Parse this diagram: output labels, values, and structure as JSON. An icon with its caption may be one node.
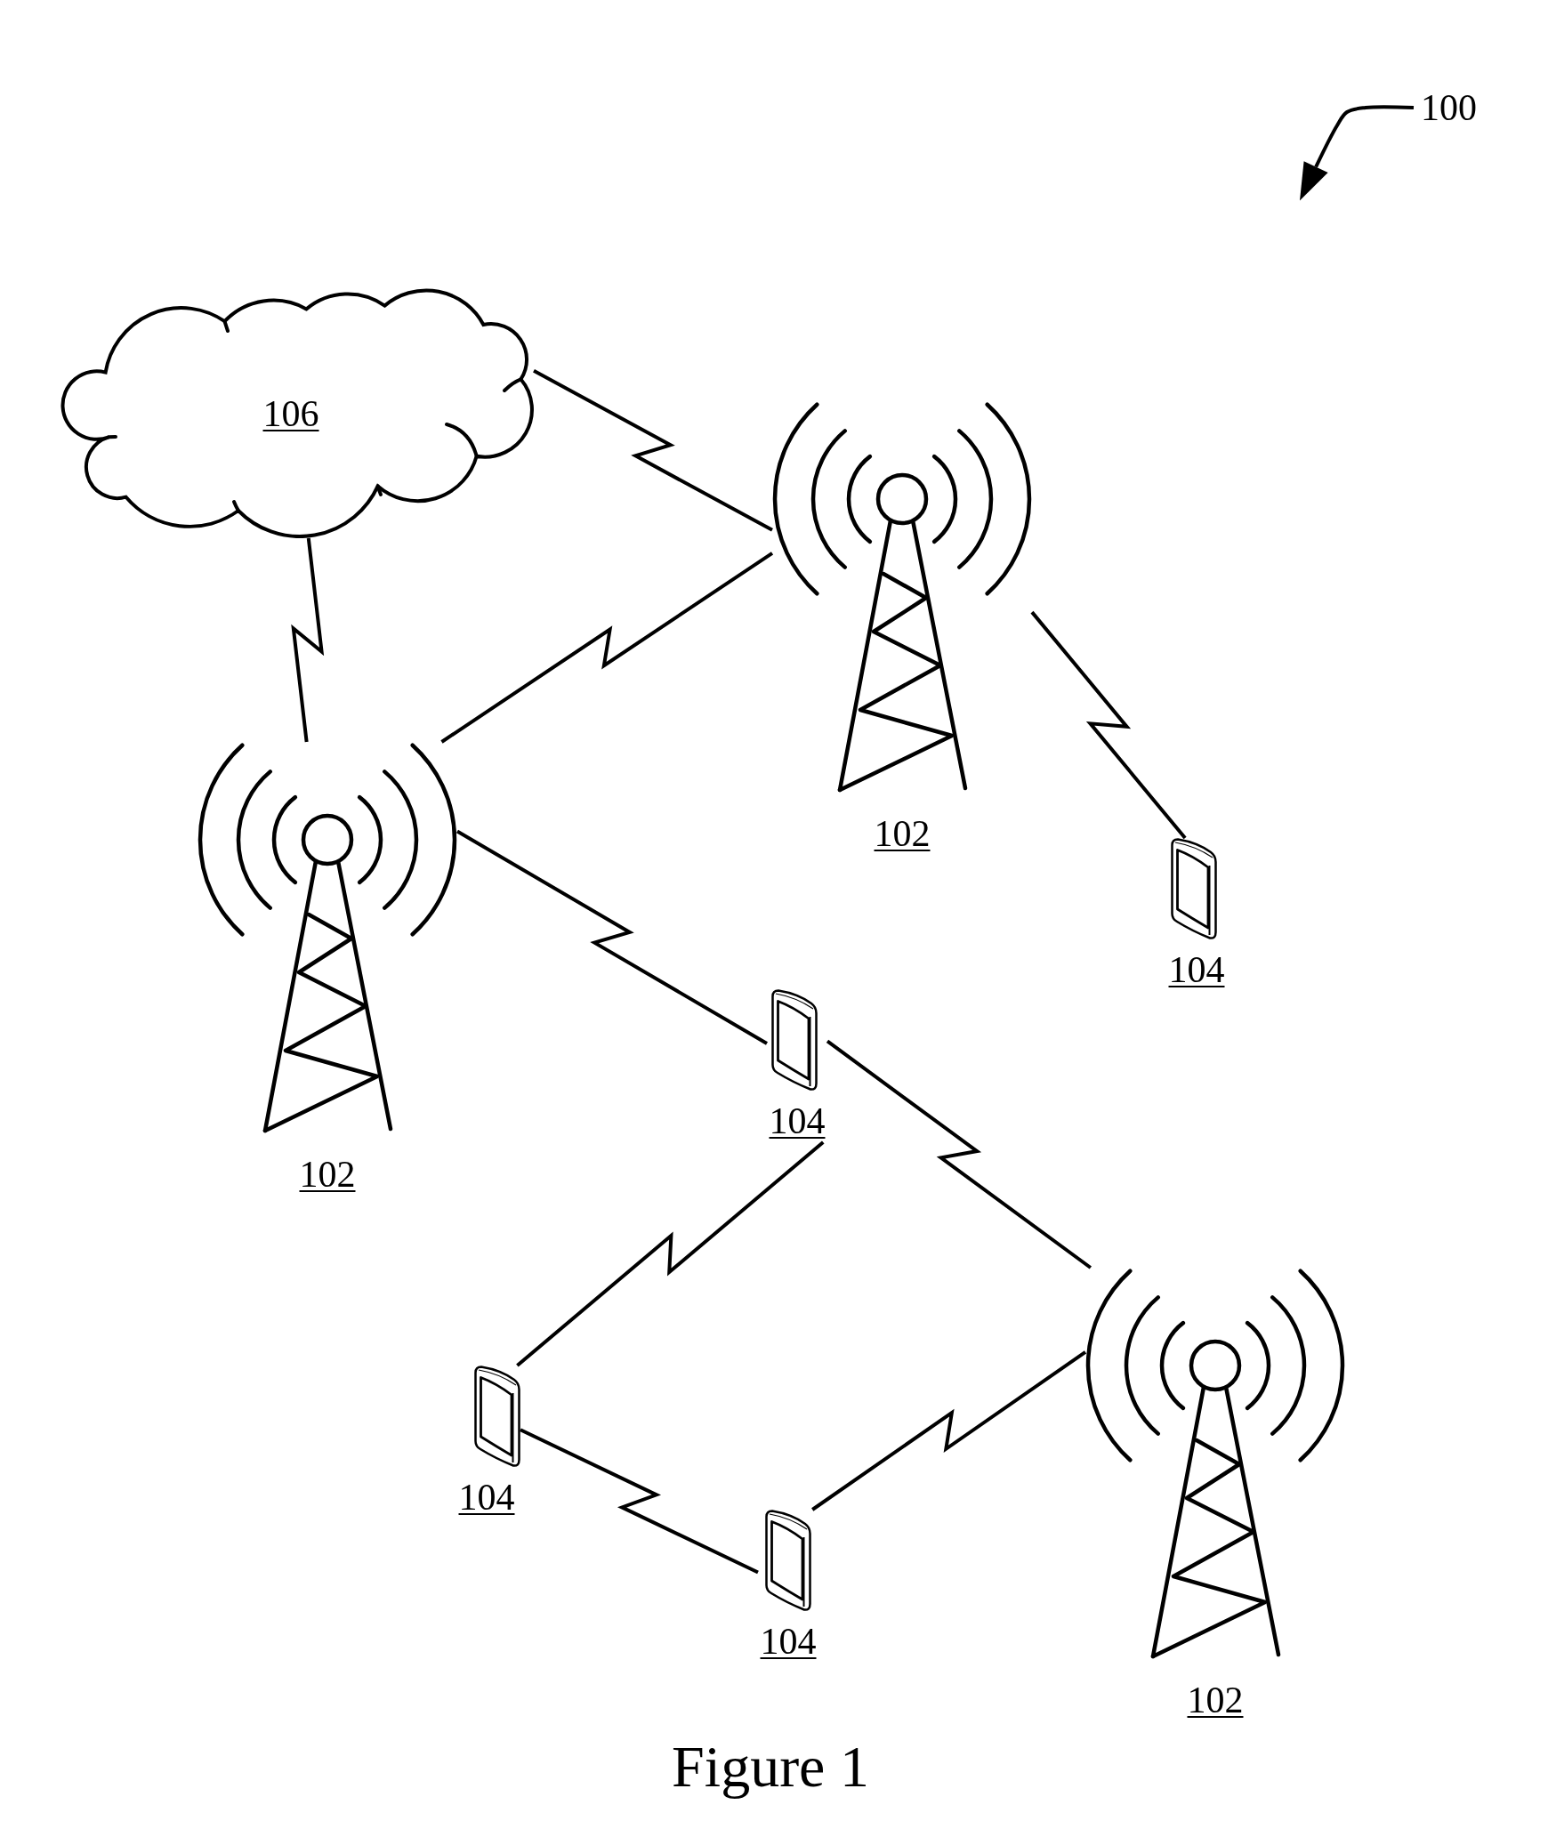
{
  "diagram": {
    "caption": "Figure 1",
    "nodes": [
      {
        "text": [
          "100"
        ]
      },
      {
        "text": [
          "106"
        ]
      },
      {
        "text": [
          "102"
        ]
      },
      {
        "text": [
          "102"
        ]
      },
      {
        "text": [
          "104"
        ]
      },
      {
        "text": [
          "104"
        ]
      },
      {
        "text": [
          "102"
        ]
      },
      {
        "text": [
          "104"
        ]
      },
      {
        "text": [
          "104"
        ]
      }
    ],
    "edges": [
      {
        "from": 0,
        "to": null,
        "arrow": "to"
      },
      {
        "from": 1,
        "to": 2,
        "arrow": "none"
      },
      {
        "from": 1,
        "to": 3,
        "arrow": "none"
      },
      {
        "from": 3,
        "to": 2,
        "arrow": "none"
      },
      {
        "from": 2,
        "to": 4,
        "arrow": "none"
      },
      {
        "from": 3,
        "to": 5,
        "arrow": "none"
      },
      {
        "from": 5,
        "to": 6,
        "arrow": "none"
      },
      {
        "from": 5,
        "to": 7,
        "arrow": "none"
      },
      {
        "from": 7,
        "to": 8,
        "arrow": "none"
      },
      {
        "from": 8,
        "to": 6,
        "arrow": "none"
      }
    ]
  }
}
